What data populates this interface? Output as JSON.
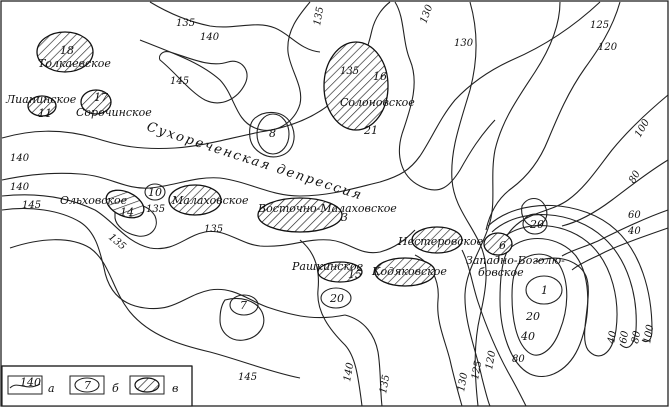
{
  "map": {
    "region_label": "Сухореченская депрессия",
    "fields": {
      "tolkaevskoe": "Толкаевское",
      "lianinskoe": "Лианинское",
      "sorochinskoe": "Сорочинское",
      "solonovskoe": "Солоновское",
      "olkhovskoe": "Ольховское",
      "malakhovskoe": "Малаховское",
      "vostochno_malakhovskoe": "Восточно-Малаховское",
      "nesterovskoe": "Нестеровское",
      "zapadno_bogolyubovskoe_1": "Западно-Боголю-",
      "zapadno_bogolyubovskoe_2": "бовское",
      "rashkinskoe": "Рашкинское",
      "kodyakovskoe": "Кодяковское"
    },
    "numbers": {
      "n18": "18",
      "n11": "11",
      "n17": "17",
      "n16": "16",
      "n21": "21",
      "n8": "8",
      "n10": "10",
      "n14": "14",
      "n3": "3",
      "n6": "6",
      "n15": "15",
      "n20a": "20",
      "n20b": "20",
      "n7": "7",
      "n1": "1",
      "n20c": "20",
      "n40": "40"
    },
    "contour_values": {
      "c135a": "135",
      "c140a": "140",
      "c135b": "135",
      "c145a": "145",
      "c130a": "130",
      "c130b": "130",
      "c125": "125",
      "c120": "120",
      "c100": "100",
      "c80": "80",
      "c60": "60",
      "c40": "40",
      "c140b": "140",
      "c140c": "140",
      "c145b": "145",
      "c135c": "135",
      "c135d": "135",
      "c135e": "135",
      "c135f": "135",
      "c145c": "145",
      "c140d": "140",
      "c135g": "135",
      "c130c": "130",
      "c125b": "125",
      "c120b": "120",
      "c80b": "80",
      "c40b": "40",
      "c60b": "60",
      "c80c": "80",
      "c100b": "100"
    }
  },
  "legend": {
    "contour_value": "140",
    "a": "а",
    "field_number": "7",
    "b": "б",
    "v": "в"
  }
}
